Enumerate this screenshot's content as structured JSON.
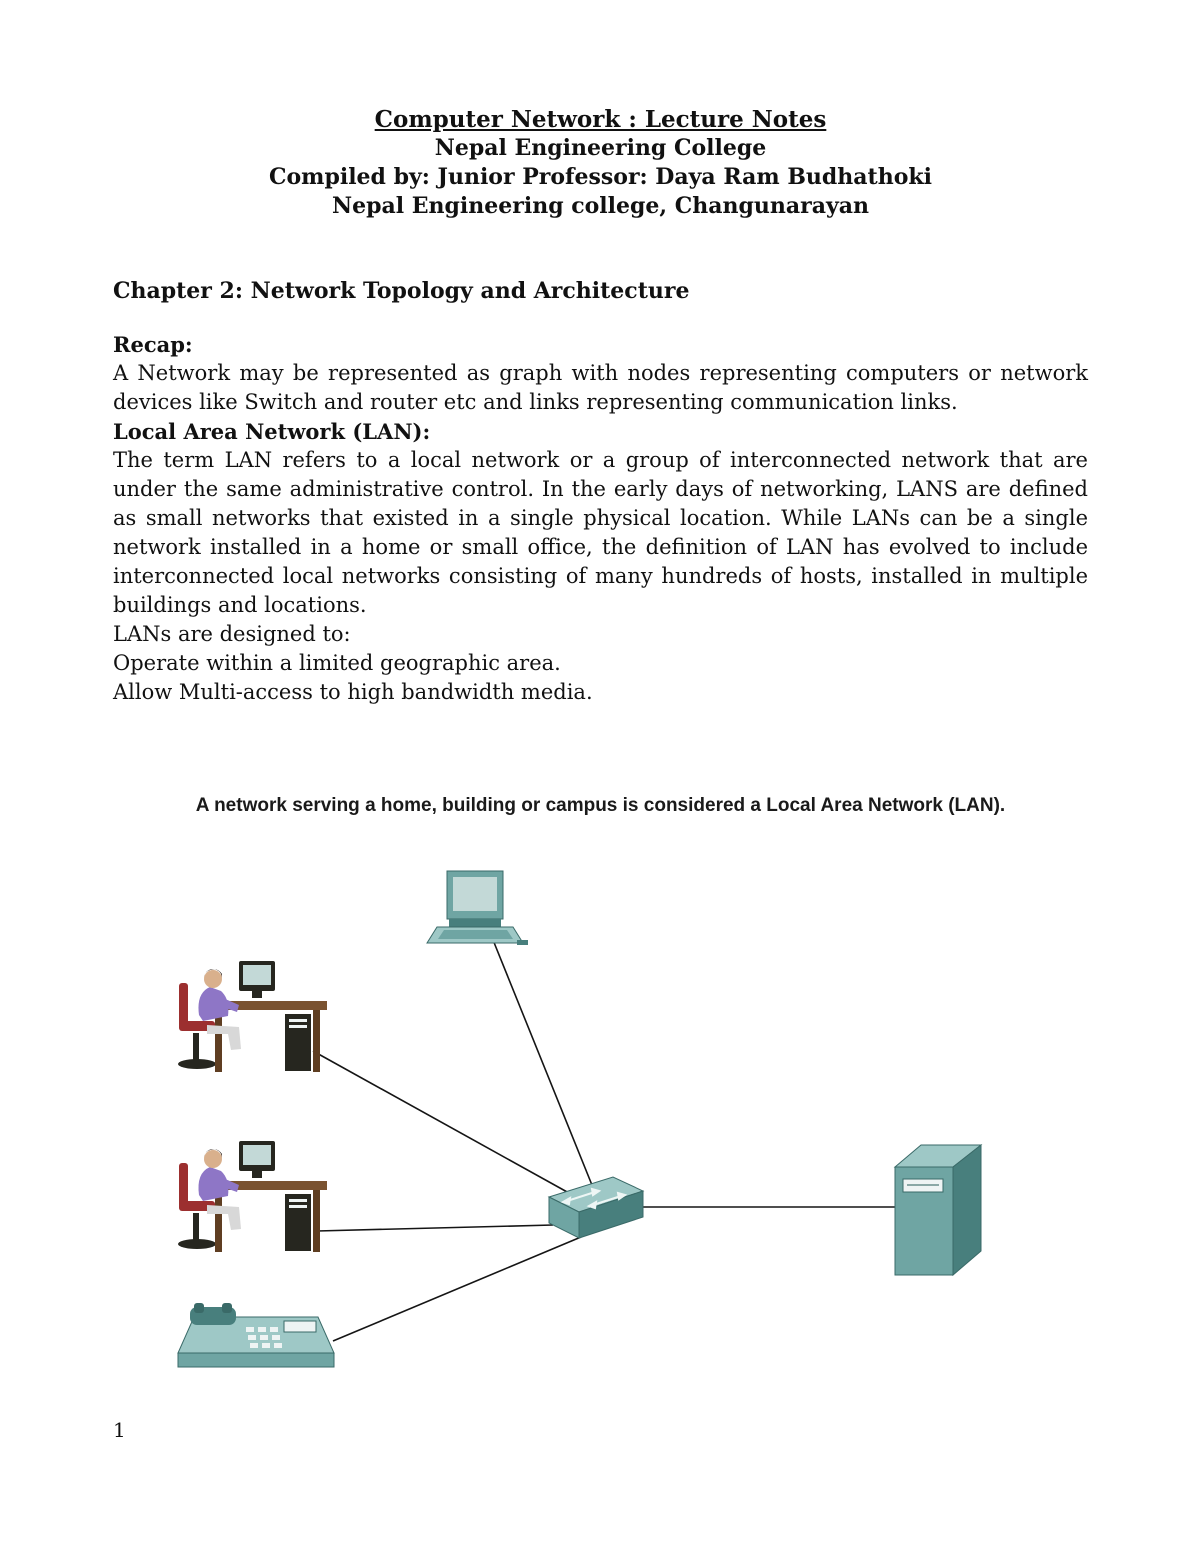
{
  "header": {
    "title": "Computer Network : Lecture Notes",
    "line2": "Nepal Engineering College",
    "line3": "Compiled by: Junior Professor: Daya Ram Budhathoki",
    "line4": "Nepal Engineering college, Changunarayan"
  },
  "chapter": {
    "heading": "Chapter 2: Network Topology and Architecture"
  },
  "recap": {
    "label": "Recap:",
    "text": "A Network may be represented as graph with nodes representing computers or network devices like Switch and router etc and links representing communication links."
  },
  "lan": {
    "heading": "Local Area Network (LAN):",
    "text": "The term LAN refers to a local network or a group of interconnected network that are under the same administrative control. In the early days of networking, LANS are defined as small networks that existed in a single physical location. While LANs can be a single network installed in a home or small office, the definition of LAN has evolved to include interconnected local networks consisting of many hundreds of hosts, installed in multiple buildings and locations.",
    "designed_label": "LANs are designed to:",
    "points": [
      "Operate within a limited geographic area.",
      "Allow Multi-access to high bandwidth media."
    ]
  },
  "figure": {
    "caption": "A network serving a home, building or campus is considered a Local Area Network (LAN).",
    "nodes": [
      "laptop",
      "workstation-1",
      "workstation-2",
      "phone-fax",
      "switch",
      "server"
    ]
  },
  "page_number": "1",
  "colors": {
    "teal_light": "#9ec8c6",
    "teal_mid": "#6fa5a3",
    "teal_dark": "#487f7d",
    "teal_deep": "#3a6a68",
    "screen_teal": "#c3d9d7",
    "desk_brown": "#7a5230",
    "desk_brown2": "#5f3e22",
    "chair_red": "#9c2f2f",
    "shirt_purple": "#8e76c6",
    "skin": "#d9b08c",
    "pants_gray": "#d8d8d8",
    "dark": "#26261f"
  }
}
